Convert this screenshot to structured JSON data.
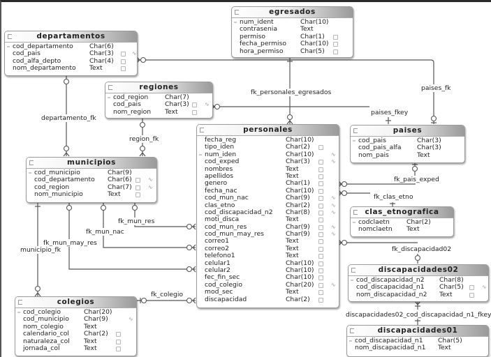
{
  "diagram": {
    "tables": {
      "egresados": {
        "name": "egresados",
        "columns": [
          {
            "name": "num_ident",
            "type": "Char(10)",
            "pk": true,
            "nullable": false,
            "fk": false
          },
          {
            "name": "contrasenia",
            "type": "Text",
            "pk": false,
            "nullable": false,
            "fk": false
          },
          {
            "name": "permiso",
            "type": "Char(1)",
            "pk": false,
            "nullable": true,
            "fk": false
          },
          {
            "name": "fecha_permiso",
            "type": "Char(10)",
            "pk": false,
            "nullable": true,
            "fk": false
          },
          {
            "name": "hora_permiso",
            "type": "Char(5)",
            "pk": false,
            "nullable": true,
            "fk": false
          }
        ]
      },
      "departamentos": {
        "name": "departamentos",
        "columns": [
          {
            "name": "cod_departamento",
            "type": "Char(6)",
            "pk": true,
            "nullable": false,
            "fk": false
          },
          {
            "name": "cod_pais",
            "type": "Char(3)",
            "pk": false,
            "nullable": true,
            "fk": true
          },
          {
            "name": "cod_alfa_depto",
            "type": "Char(4)",
            "pk": false,
            "nullable": true,
            "fk": false
          },
          {
            "name": "nom_departamento",
            "type": "Text",
            "pk": false,
            "nullable": true,
            "fk": false
          }
        ]
      },
      "regiones": {
        "name": "regiones",
        "columns": [
          {
            "name": "cod_region",
            "type": "Char(7)",
            "pk": true,
            "nullable": false,
            "fk": false
          },
          {
            "name": "cod_pais",
            "type": "Char(3)",
            "pk": false,
            "nullable": true,
            "fk": true,
            "editing": true
          },
          {
            "name": "nom_region",
            "type": "Text",
            "pk": false,
            "nullable": true,
            "fk": false
          }
        ]
      },
      "municipios": {
        "name": "municipios",
        "columns": [
          {
            "name": "cod_municipio",
            "type": "Char(9)",
            "pk": true,
            "nullable": false,
            "fk": false
          },
          {
            "name": "cod_departamento",
            "type": "Char(6)",
            "pk": false,
            "nullable": true,
            "fk": true
          },
          {
            "name": "cod_region",
            "type": "Char(7)",
            "pk": false,
            "nullable": true,
            "fk": true
          },
          {
            "name": "nom_municipio",
            "type": "Text",
            "pk": false,
            "nullable": true,
            "fk": false
          }
        ]
      },
      "personales": {
        "name": "personales",
        "columns": [
          {
            "name": "fecha_reg",
            "type": "Char(10)",
            "pk": false,
            "nullable": false,
            "fk": false
          },
          {
            "name": "tipo_iden",
            "type": "Char(2)",
            "pk": false,
            "nullable": true,
            "fk": false
          },
          {
            "name": "num_iden",
            "type": "Char(10)",
            "pk": true,
            "nullable": false,
            "fk": true
          },
          {
            "name": "cod_exped",
            "type": "Char(3)",
            "pk": false,
            "nullable": true,
            "fk": true
          },
          {
            "name": "nombres",
            "type": "Text",
            "pk": false,
            "nullable": true,
            "fk": false
          },
          {
            "name": "apellidos",
            "type": "Text",
            "pk": false,
            "nullable": true,
            "fk": false
          },
          {
            "name": "genero",
            "type": "Char(1)",
            "pk": false,
            "nullable": true,
            "fk": false
          },
          {
            "name": "fecha_nac",
            "type": "Char(10)",
            "pk": false,
            "nullable": true,
            "fk": false
          },
          {
            "name": "cod_mun_nac",
            "type": "Char(9)",
            "pk": false,
            "nullable": true,
            "fk": true
          },
          {
            "name": "clas_etno",
            "type": "Char(2)",
            "pk": false,
            "nullable": true,
            "fk": true
          },
          {
            "name": "cod_discapacidad_n2",
            "type": "Char(8)",
            "pk": false,
            "nullable": true,
            "fk": true
          },
          {
            "name": "moti_disca",
            "type": "Text",
            "pk": false,
            "nullable": true,
            "fk": false
          },
          {
            "name": "cod_mun_res",
            "type": "Char(9)",
            "pk": false,
            "nullable": true,
            "fk": true
          },
          {
            "name": "cod_mun_may_res",
            "type": "Char(9)",
            "pk": false,
            "nullable": true,
            "fk": true
          },
          {
            "name": "correo1",
            "type": "Text",
            "pk": false,
            "nullable": true,
            "fk": false
          },
          {
            "name": "correo2",
            "type": "Text",
            "pk": false,
            "nullable": true,
            "fk": false
          },
          {
            "name": "telefono1",
            "type": "Text",
            "pk": false,
            "nullable": true,
            "fk": false
          },
          {
            "name": "celular1",
            "type": "Char(10)",
            "pk": false,
            "nullable": true,
            "fk": false
          },
          {
            "name": "celular2",
            "type": "Char(10)",
            "pk": false,
            "nullable": true,
            "fk": false
          },
          {
            "name": "fec_fin_sec",
            "type": "Char(10)",
            "pk": false,
            "nullable": true,
            "fk": false
          },
          {
            "name": "cod_colegio",
            "type": "Char(20)",
            "pk": false,
            "nullable": true,
            "fk": true
          },
          {
            "name": "mod_sec",
            "type": "Text",
            "pk": false,
            "nullable": true,
            "fk": false
          },
          {
            "name": "discapacidad",
            "type": "Char(2)",
            "pk": false,
            "nullable": true,
            "fk": false
          }
        ]
      },
      "paises": {
        "name": "paises",
        "columns": [
          {
            "name": "cod_pais",
            "type": "Char(3)",
            "pk": true,
            "nullable": false,
            "fk": false
          },
          {
            "name": "cod_pais_alfa",
            "type": "Char(3)",
            "pk": false,
            "nullable": false,
            "fk": false
          },
          {
            "name": "nom_pais",
            "type": "Text",
            "pk": false,
            "nullable": false,
            "fk": false
          }
        ]
      },
      "clas_etnografica": {
        "name": "clas_etnografica",
        "columns": [
          {
            "name": "codclaetn",
            "type": "Char(2)",
            "pk": true,
            "nullable": false,
            "fk": false
          },
          {
            "name": "nomclaetn",
            "type": "Text",
            "pk": false,
            "nullable": false,
            "fk": false
          }
        ]
      },
      "discapacidades02": {
        "name": "discapacidades02",
        "columns": [
          {
            "name": "cod_discapacidad_n2",
            "type": "Char(8)",
            "pk": true,
            "nullable": false,
            "fk": false
          },
          {
            "name": "cod_discapacidad_n1",
            "type": "Char(5)",
            "pk": false,
            "nullable": true,
            "fk": true
          },
          {
            "name": "nom_discapacidad_n2",
            "type": "Text",
            "pk": false,
            "nullable": true,
            "fk": false
          }
        ]
      },
      "discapacidades01": {
        "name": "discapacidades01",
        "columns": [
          {
            "name": "cod_discapacidad_n1",
            "type": "Char(5)",
            "pk": true,
            "nullable": false,
            "fk": false
          },
          {
            "name": "nom_discapacidad_n1",
            "type": "Text",
            "pk": false,
            "nullable": false,
            "fk": false
          }
        ]
      },
      "colegios": {
        "name": "colegios",
        "columns": [
          {
            "name": "cod_colegio",
            "type": "Char(20)",
            "pk": true,
            "nullable": false,
            "fk": false
          },
          {
            "name": "cod_municipio",
            "type": "Char(9)",
            "pk": false,
            "nullable": false,
            "fk": true
          },
          {
            "name": "nom_colegio",
            "type": "Text",
            "pk": false,
            "nullable": false,
            "fk": false
          },
          {
            "name": "calendario_col",
            "type": "Char(2)",
            "pk": false,
            "nullable": true,
            "fk": false
          },
          {
            "name": "naturaleza_col",
            "type": "Text",
            "pk": false,
            "nullable": true,
            "fk": false
          },
          {
            "name": "jornada_col",
            "type": "Text",
            "pk": false,
            "nullable": true,
            "fk": false
          }
        ]
      }
    },
    "relationships": [
      {
        "name": "fk_personales_egresados",
        "from": "personales",
        "to": "egresados"
      },
      {
        "name": "paises_fk",
        "from": "departamentos",
        "to": "paises"
      },
      {
        "name": "paises_fkey",
        "from": "regiones",
        "to": "paises"
      },
      {
        "name": "departamento_fk",
        "from": "municipios",
        "to": "departamentos"
      },
      {
        "name": "region_fk",
        "from": "municipios",
        "to": "regiones"
      },
      {
        "name": "fk_mun_res",
        "from": "personales",
        "to": "municipios"
      },
      {
        "name": "fk_mun_nac",
        "from": "personales",
        "to": "municipios"
      },
      {
        "name": "fk_mun_may_res",
        "from": "personales",
        "to": "municipios"
      },
      {
        "name": "municipio_fk",
        "from": "colegios",
        "to": "municipios"
      },
      {
        "name": "fk_colegio",
        "from": "personales",
        "to": "colegios"
      },
      {
        "name": "fk_pais_exped",
        "from": "personales",
        "to": "paises"
      },
      {
        "name": "fk_clas_etno",
        "from": "personales",
        "to": "clas_etnografica"
      },
      {
        "name": "fk_discapacidad02",
        "from": "personales",
        "to": "discapacidades02"
      },
      {
        "name": "discapacidades02_cod_discapacidad_n1_fkey",
        "from": "discapacidades02",
        "to": "discapacidades01"
      }
    ]
  }
}
